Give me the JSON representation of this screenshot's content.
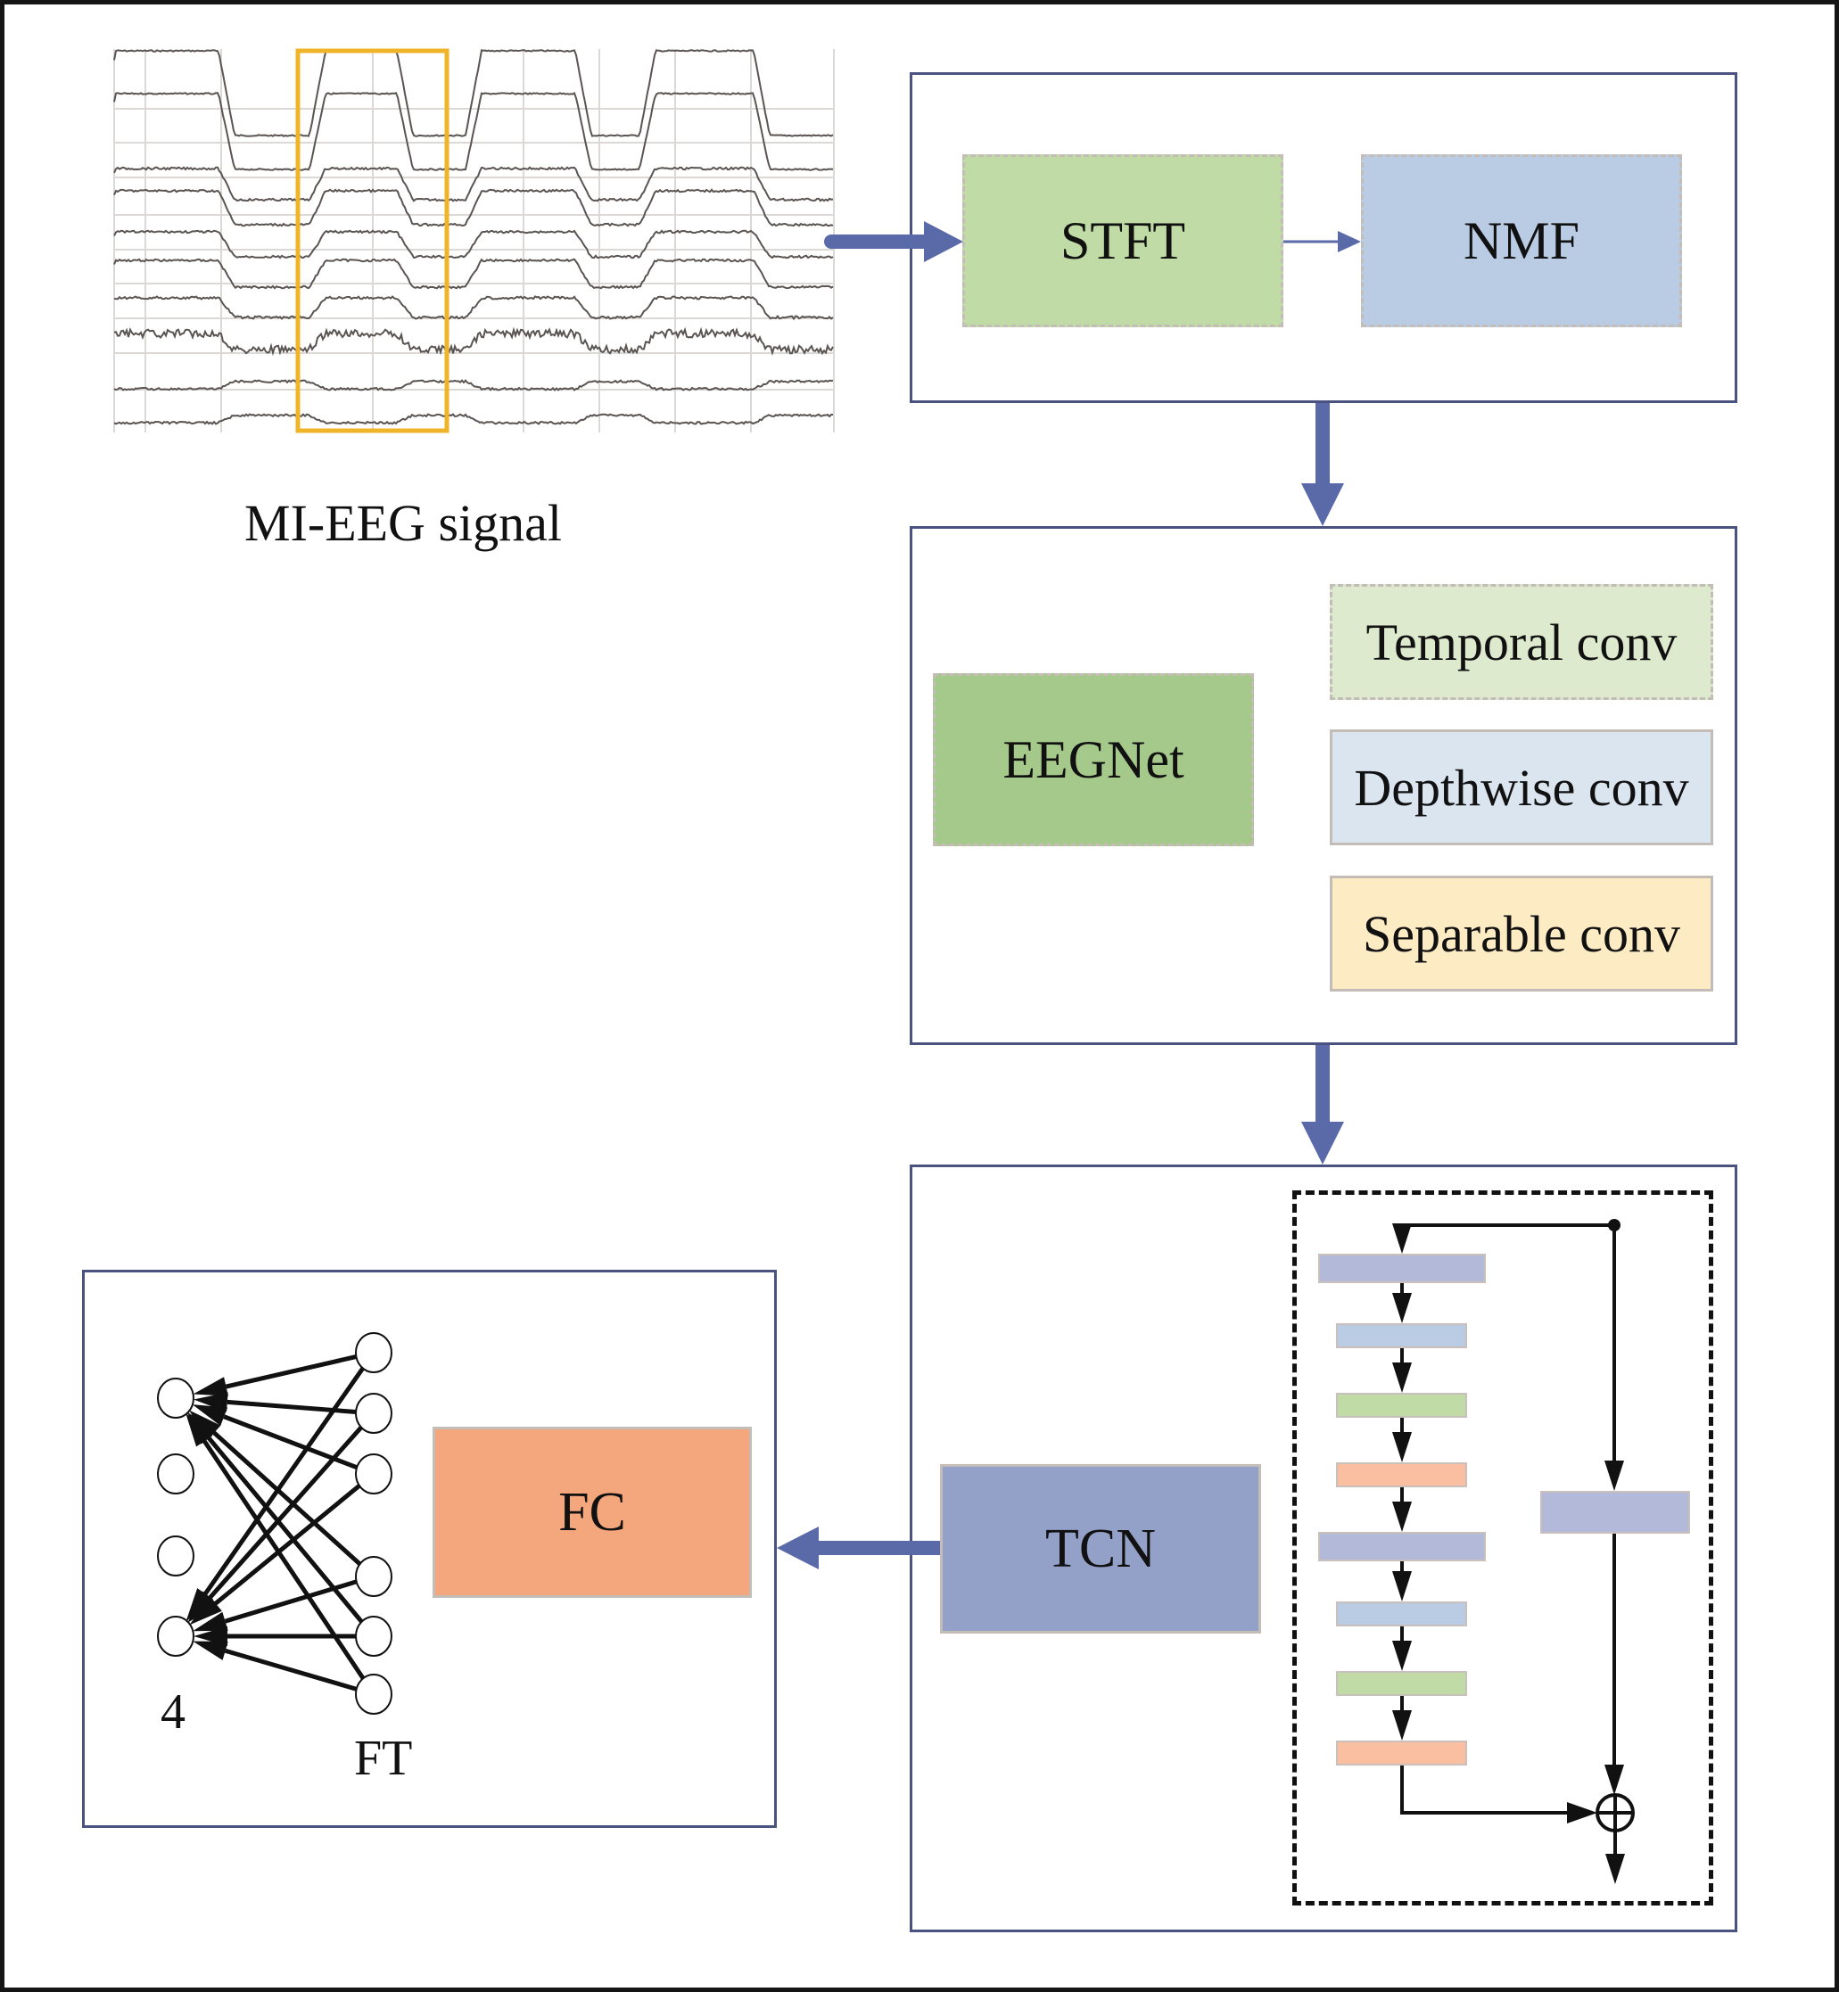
{
  "diagram": {
    "input": {
      "label": "MI-EEG signal",
      "channel_count": 10,
      "highlight_color": "#f0b429"
    },
    "stage1": {
      "blocks": [
        {
          "id": "stft",
          "label": "STFT",
          "color": "#c1dba6"
        },
        {
          "id": "nmf",
          "label": "NMF",
          "color": "#b9cce3"
        }
      ]
    },
    "stage2": {
      "main": {
        "label": "EEGNet",
        "color": "#a5c98a"
      },
      "components": [
        {
          "label": "Temporal conv",
          "color": "#ddeacd"
        },
        {
          "label": "Depthwise conv",
          "color": "#dbe5f0"
        },
        {
          "label": "Separable conv",
          "color": "#fdebc4"
        }
      ]
    },
    "stage3": {
      "main": {
        "label": "TCN",
        "color": "#93a1c9"
      },
      "residual_block": {
        "layers": [
          {
            "kind": "dilated-conv",
            "color": "#b3b9d8"
          },
          {
            "kind": "weight-norm",
            "color": "#b9cce3"
          },
          {
            "kind": "relu",
            "color": "#c1dba6"
          },
          {
            "kind": "dropout",
            "color": "#f9bfa0"
          },
          {
            "kind": "dilated-conv",
            "color": "#b3b9d8"
          },
          {
            "kind": "weight-norm",
            "color": "#b9cce3"
          },
          {
            "kind": "relu",
            "color": "#c1dba6"
          },
          {
            "kind": "dropout",
            "color": "#f9bfa0"
          }
        ],
        "skip_layer_color": "#b3b9d8",
        "sum_symbol": "⊕"
      }
    },
    "stage4": {
      "main": {
        "label": "FC",
        "color": "#f4a67c"
      },
      "output_label": "4",
      "input_label": "FT",
      "output_neurons": 4,
      "input_neurons": 6
    },
    "colors": {
      "arrow": "#5a6aa8",
      "section_border": "#4a5280"
    }
  }
}
